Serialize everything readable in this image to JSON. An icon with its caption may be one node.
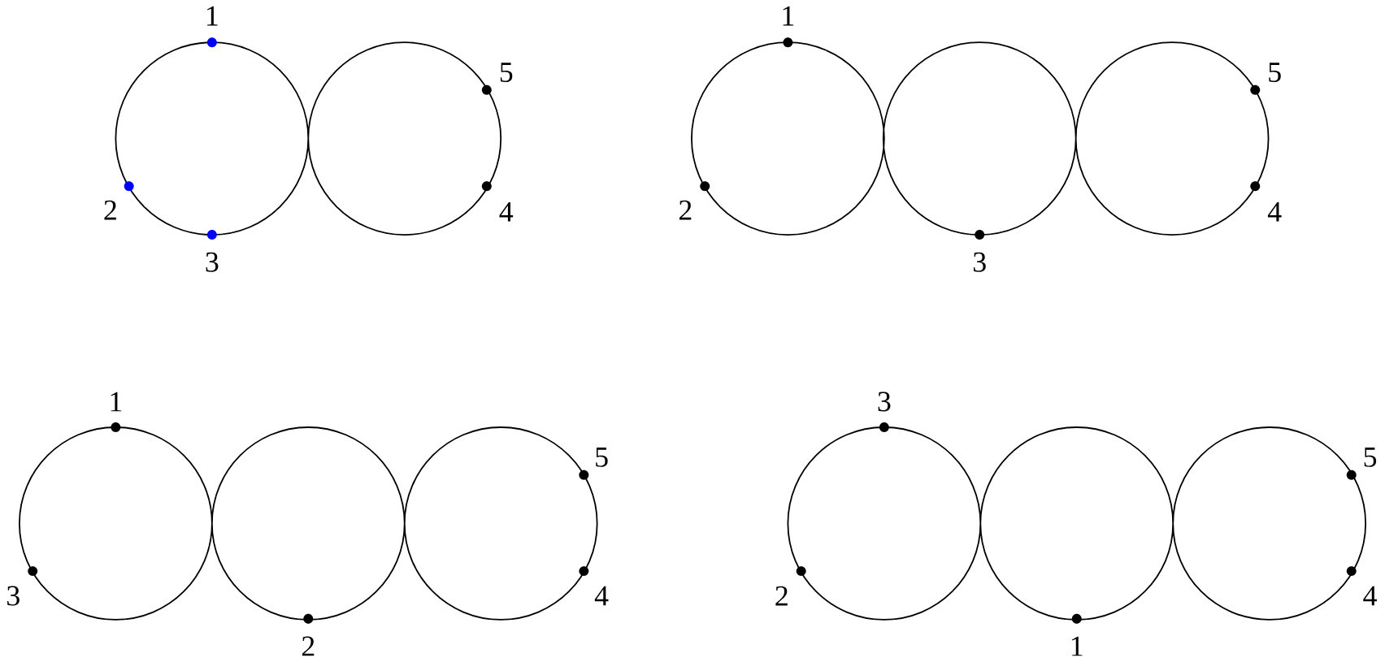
{
  "diagram": {
    "labels": [
      "1",
      "5",
      "2",
      "4",
      "3",
      "1",
      "5",
      "2",
      "4",
      "3",
      "1",
      "5",
      "3",
      "4",
      "2",
      "3",
      "5",
      "2",
      "4",
      "1"
    ]
  }
}
